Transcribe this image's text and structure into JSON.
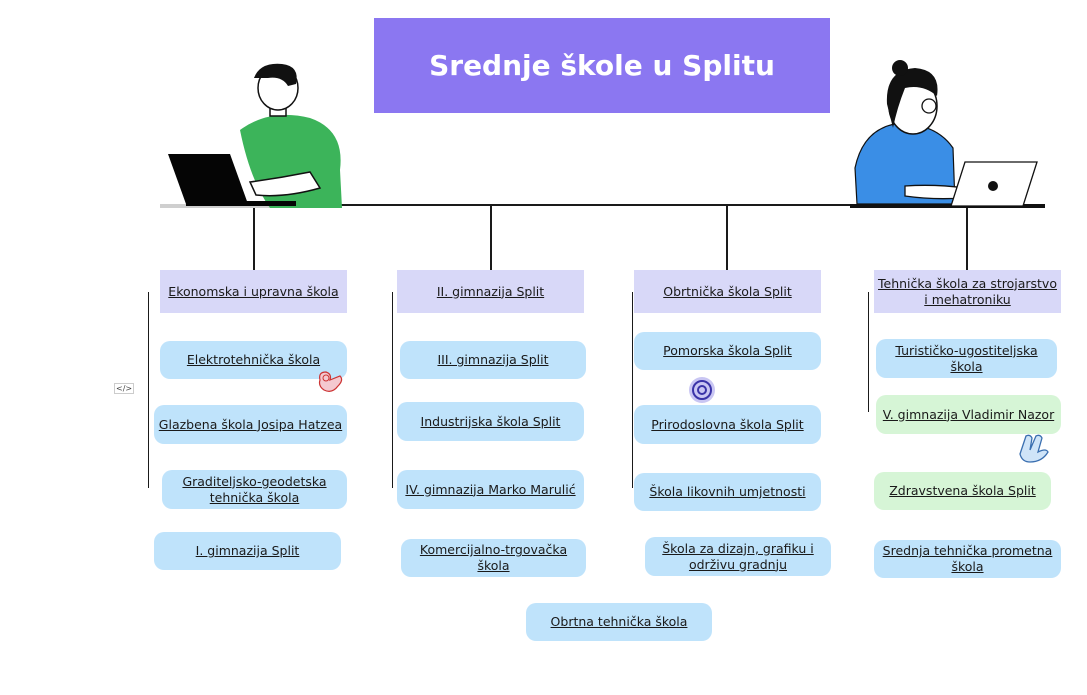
{
  "title": "Srednje škole u Splitu",
  "columns": [
    {
      "header": "Ekonomska i upravna škola",
      "items": [
        "Elektrotehnička škola",
        "Glazbena škola Josipa Hatzea",
        "Graditeljsko-geodetska tehnička škola"
      ],
      "extra": "I. gimnazija Split"
    },
    {
      "header": "II. gimnazija Split",
      "items": [
        "III. gimnazija Split",
        "Industrijska škola Split",
        "IV. gimnazija Marko Marulić"
      ],
      "extra": "Komercijalno-trgovačka škola"
    },
    {
      "header": "Obrtnička škola Split",
      "items": [
        "Pomorska škola Split",
        "Prirodoslovna škola Split",
        "Škola likovnih umjetnosti"
      ],
      "extra": "Škola za dizajn, grafiku i održivu gradnju"
    },
    {
      "header": "Tehnička škola za strojarstvo i mehatroniku",
      "items": [
        "Turističko-ugostiteljska škola",
        "V. gimnazija Vladimir Nazor"
      ],
      "extra_items": [
        "Zdravstvena škola Split",
        "Srednja tehnička prometna škola"
      ]
    }
  ],
  "bottom": "Obrtna tehnička škola",
  "code_badge": "</>",
  "colors": {
    "title_bg": "#8b77f1",
    "header_bg": "#d8d8f8",
    "item_blue": "#bfe3fb",
    "item_green": "#d6f5d6"
  }
}
